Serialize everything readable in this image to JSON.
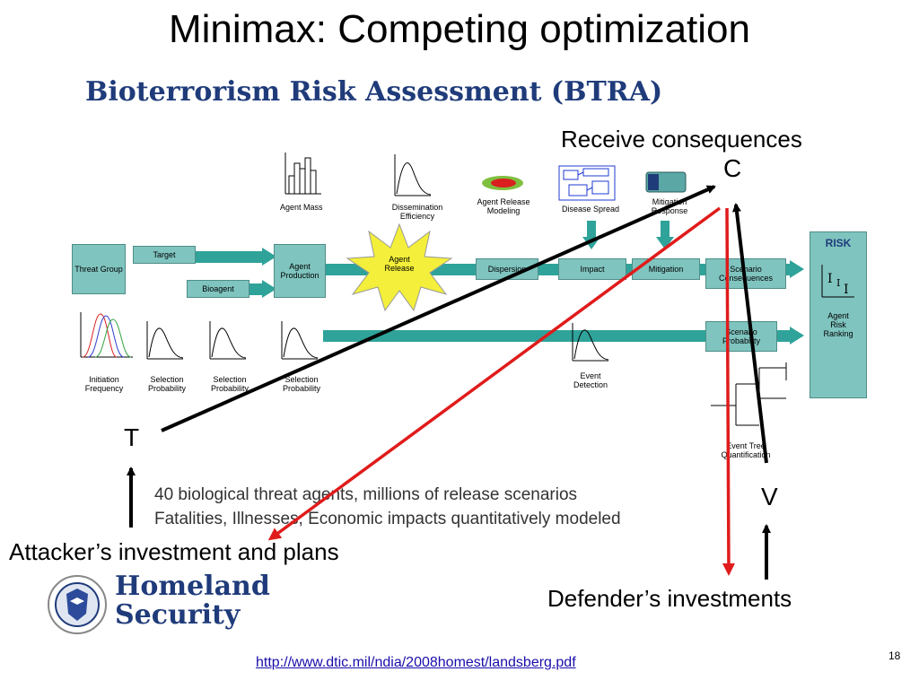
{
  "slide": {
    "title": "Minimax:  Competing optimization",
    "subtitle": "Bioterrorism Risk Assessment (BTRA)",
    "page_number": "18",
    "link": "http://www.dtic.mil/ndia/2008homest/landsberg.pdf"
  },
  "annotations": {
    "receive": "Receive consequences",
    "c": "C",
    "t": "T",
    "v": "V",
    "attacker": "Attacker’s investment and plans",
    "defender": "Defender’s investments"
  },
  "diagram": {
    "boxes": {
      "threat_group": "Threat Group",
      "target": "Target",
      "bioagent": "Bioagent",
      "agent_production": "Agent Production",
      "agent_release": "Agent Release",
      "dispersion": "Dispersion",
      "impact": "Impact",
      "mitigation": "Mitigation",
      "scenario_consequences": "Scenario Consequences",
      "scenario_probability": "Scenario Probability",
      "risk": "RISK",
      "agent_risk_ranking": "Agent Risk Ranking"
    },
    "labels": {
      "agent_mass": "Agent Mass",
      "dissemination": "Dissemination Efficiency",
      "agent_release_modeling": "Agent Release Modeling",
      "disease_spread": "Disease Spread",
      "mitigation_response": "Mitigation Response",
      "initiation_frequency": "Initiation Frequency",
      "selection_probability_1": "Selection Probability",
      "selection_probability_2": "Selection Probability",
      "selection_probability_3": "Selection Probability",
      "event_detection": "Event Detection",
      "event_tree": "Event Tree Quantification"
    },
    "notes": [
      "40 biological threat agents, millions of release scenarios",
      "Fatalities, Illnesses, Economic impacts quantitatively modeled"
    ]
  },
  "logo": {
    "line1": "Homeland",
    "line2": "Security"
  },
  "colors": {
    "teal_box": "#7fc4bf",
    "teal_arrow": "#2fa39a",
    "red": "#e01b1b",
    "black": "#000000",
    "navy": "#1f3b7a"
  }
}
